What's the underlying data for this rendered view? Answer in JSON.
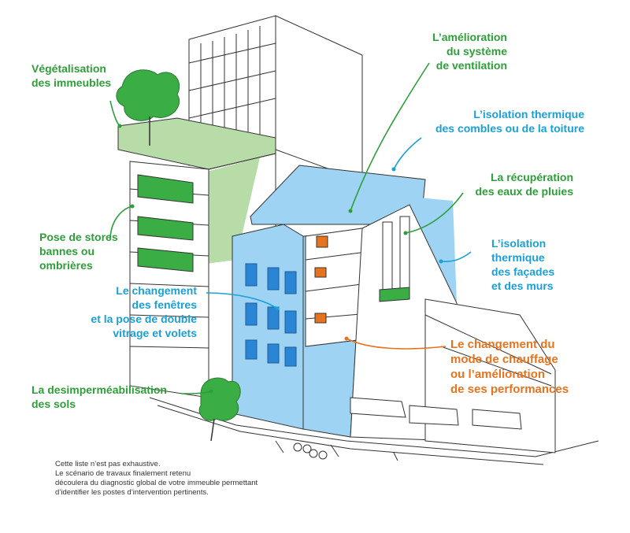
{
  "labels": {
    "vegetalisation": [
      "Végétalisation",
      "des immeubles"
    ],
    "ventilation": [
      "L’amélioration",
      "du système",
      "de ventilation"
    ],
    "combles": [
      "L’isolation thermique",
      "des combles ou de la toiture"
    ],
    "pluies": [
      "La récupération",
      "des eaux de pluies"
    ],
    "stores": [
      "Pose de stores",
      "bannes ou",
      "ombrières"
    ],
    "facades": [
      "L’isolation",
      "thermique",
      "des façades",
      "et des murs"
    ],
    "fenetres": [
      "Le changement",
      "des fenêtres",
      "et la pose de double",
      "vitrage et volets"
    ],
    "chauffage": [
      "Le changement du",
      "mode de chauffage",
      "ou l’amélioration",
      "de ses performances"
    ],
    "sols": [
      "La desimperméabilisation",
      "des sols"
    ]
  },
  "note": [
    "Cette liste n’est pas exhaustive.",
    "Le scénario de travaux finalement retenu",
    "découlera du diagnostic global de votre immeuble permettant",
    "d’identifier les postes d’intervention pertinents."
  ],
  "colors": {
    "green": "#2e9e3a",
    "blue": "#1aa0d8",
    "orange": "#e8731e",
    "light_blue": "#9fd3f3",
    "light_green": "#b7dca8",
    "dark_blue": "#2a86d4"
  }
}
